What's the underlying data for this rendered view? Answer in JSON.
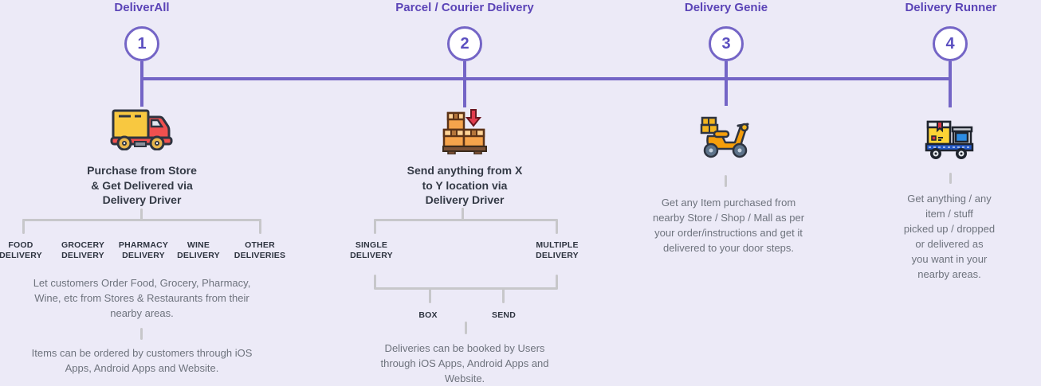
{
  "palette": {
    "bg": "#eceaf7",
    "purple": "#5b44b7",
    "purpleLine": "#7465c6",
    "numCol": "#5b4fc0",
    "dark": "#343a46",
    "branch": "#2e3440",
    "gray": "#6e737d",
    "grayLine": "#c7c7ca",
    "white": "#ffffff"
  },
  "columns": [
    {
      "title": "DeliverAll",
      "number": "1",
      "icon": "delivery-truck-icon",
      "heading": "Purchase from Store\n& Get Delivered via\nDelivery Driver",
      "branches": [
        "FOOD\nDELIVERY",
        "GROCERY\nDELIVERY",
        "PHARMACY\nDELIVERY",
        "WINE\nDELIVERY",
        "OTHER\nDELIVERIES"
      ],
      "paragraph1": "Let customers Order Food, Grocery, Pharmacy,\nWine, etc from Stores & Restaurants from their\nnearby areas.",
      "paragraph2": "Items can be ordered by customers through iOS\nApps, Android Apps and Website."
    },
    {
      "title": "Parcel / Courier Delivery",
      "number": "2",
      "icon": "parcel-boxes-icon",
      "heading": "Send anything from X\nto Y location via\nDelivery Driver",
      "branches": [
        "SINGLE\nDELIVERY",
        "MULTIPLE\nDELIVERY"
      ],
      "sub_branches": [
        "BOX",
        "SEND"
      ],
      "paragraph1": "Deliveries can be booked by Users\nthrough iOS Apps, Android Apps and\nWebsite."
    },
    {
      "title": "Delivery Genie",
      "number": "3",
      "icon": "delivery-scooter-icon",
      "paragraph1": "Get any Item purchased from\nnearby Store / Shop / Mall as per\nyour order/instructions and get it\ndelivered to your door steps."
    },
    {
      "title": "Delivery Runner",
      "number": "4",
      "icon": "cargo-truck-icon",
      "paragraph1": "Get anything / any item / stuff\npicked up / dropped or delivered as\nyou want in your nearby areas."
    }
  ]
}
